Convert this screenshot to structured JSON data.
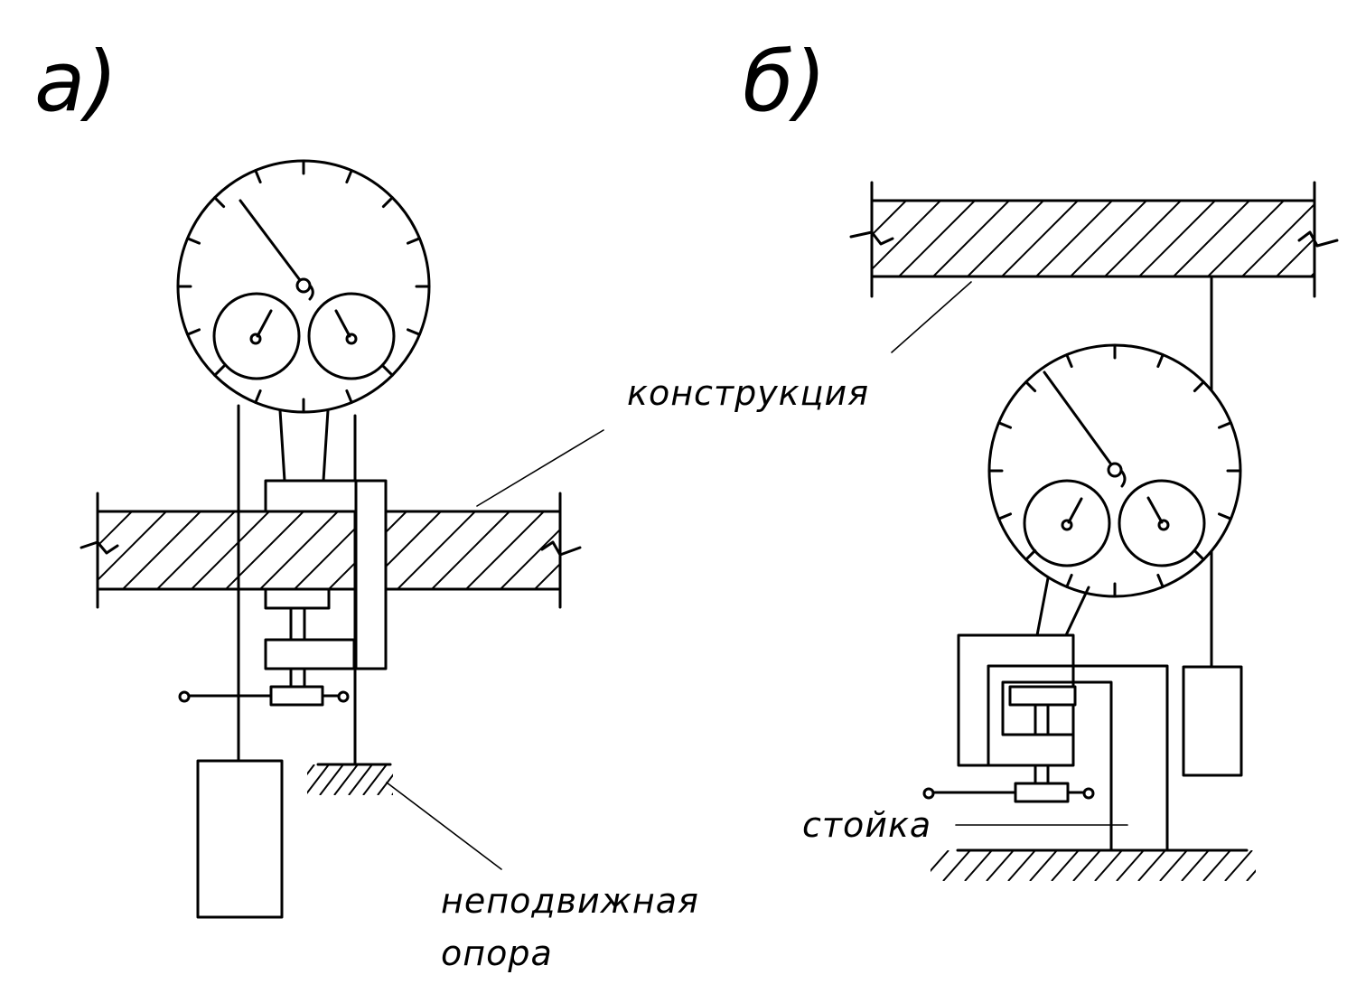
{
  "panel_a": {
    "label": "а)",
    "label_construction": "конструкция",
    "label_support_line1": "неподвижная",
    "label_support_line2": "опора"
  },
  "panel_b": {
    "label": "б)",
    "label_post": "стойка"
  }
}
